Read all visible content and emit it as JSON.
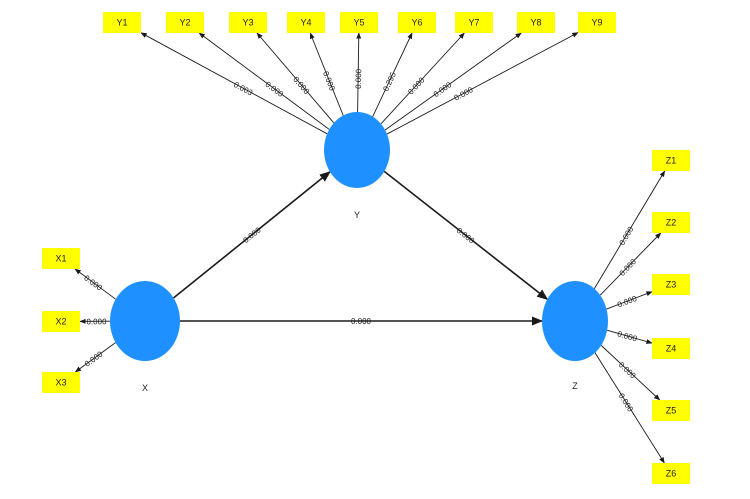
{
  "colors": {
    "indicator_fill": "#ffff00",
    "latent_fill": "#1e90ff",
    "line": "#1a1a1a",
    "background": "#ffffff"
  },
  "latents": [
    {
      "id": "Y",
      "label": "Y"
    },
    {
      "id": "X",
      "label": "X"
    },
    {
      "id": "Z",
      "label": "Z"
    }
  ],
  "indicators": [
    {
      "id": "Y1",
      "label": "Y1",
      "latent": "Y",
      "value": "0.003"
    },
    {
      "id": "Y2",
      "label": "Y2",
      "latent": "Y",
      "value": "0.000"
    },
    {
      "id": "Y3",
      "label": "Y3",
      "latent": "Y",
      "value": "0.000"
    },
    {
      "id": "Y4",
      "label": "Y4",
      "latent": "Y",
      "value": "0.000"
    },
    {
      "id": "Y5",
      "label": "Y5",
      "latent": "Y",
      "value": "0.000"
    },
    {
      "id": "Y6",
      "label": "Y6",
      "latent": "Y",
      "value": "0.295"
    },
    {
      "id": "Y7",
      "label": "Y7",
      "latent": "Y",
      "value": "0.000"
    },
    {
      "id": "Y8",
      "label": "Y8",
      "latent": "Y",
      "value": "0.000"
    },
    {
      "id": "Y9",
      "label": "Y9",
      "latent": "Y",
      "value": "0.000"
    },
    {
      "id": "X1",
      "label": "X1",
      "latent": "X",
      "value": "0.000"
    },
    {
      "id": "X2",
      "label": "X2",
      "latent": "X",
      "value": "0.000"
    },
    {
      "id": "X3",
      "label": "X3",
      "latent": "X",
      "value": "0.000"
    },
    {
      "id": "Z1",
      "label": "Z1",
      "latent": "Z",
      "value": "0.000"
    },
    {
      "id": "Z2",
      "label": "Z2",
      "latent": "Z",
      "value": "0.000"
    },
    {
      "id": "Z3",
      "label": "Z3",
      "latent": "Z",
      "value": "0.000"
    },
    {
      "id": "Z4",
      "label": "Z4",
      "latent": "Z",
      "value": "0.000"
    },
    {
      "id": "Z5",
      "label": "Z5",
      "latent": "Z",
      "value": "0.000"
    },
    {
      "id": "Z6",
      "label": "Z6",
      "latent": "Z",
      "value": "0.000"
    }
  ],
  "paths": [
    {
      "from": "X",
      "to": "Y",
      "value": "0.000"
    },
    {
      "from": "Y",
      "to": "Z",
      "value": "0.000"
    },
    {
      "from": "X",
      "to": "Z",
      "value": "0.000"
    }
  ]
}
